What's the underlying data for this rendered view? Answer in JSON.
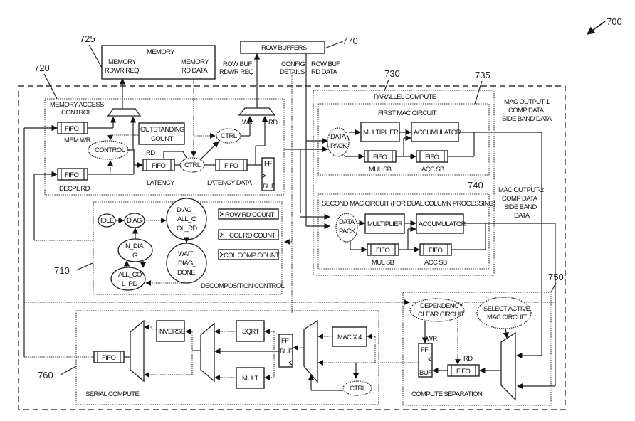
{
  "figure": {
    "ref": "700",
    "refs": {
      "memory_access": "720",
      "memory": "725",
      "parallel": "730",
      "first_mac": "735",
      "second_mac": "740",
      "row_buffers": "770",
      "decomposition": "710",
      "compute_sep": "750",
      "serial": "760"
    }
  },
  "memory": {
    "title": "MEMORY",
    "req_1": "MEMORY",
    "req_2": "RDWR REQ",
    "data_1": "MEMORY",
    "data_2": "RD DATA"
  },
  "row_buffers": {
    "title": "ROW BUFFERS",
    "req_1": "ROW BUF",
    "req_2": "RDWR REQ",
    "cfg_1": "CONFIG",
    "cfg_2": "DETAILS",
    "data_1": "ROW BUF",
    "data_2": "RD DATA"
  },
  "memory_access": {
    "title_1": "MEMORY ACCESS",
    "title_2": "CONTROL",
    "fifo": "FIFO",
    "mem_wr": "MEM WR",
    "control": "CONTROL",
    "decpl_rd": "DECPL RD",
    "outstanding_1": "OUTSTANDING",
    "outstanding_2": "COUNT",
    "rd": "RD",
    "ctrl": "CTRL",
    "latency": "LATENCY",
    "latency_data": "LATENCY DATA",
    "wr": "WR",
    "ff": "FF",
    "buf": "BUF"
  },
  "parallel": {
    "title": "PARALLEL COMPUTE",
    "first_mac": "FIRST MAC CIRCUIT",
    "second_mac": "SECOND MAC CIRCUIT (FOR DUAL COLUMN PROCESSING)",
    "data": "DATA",
    "pack": "PACK",
    "multiplier": "MULTIPLIER",
    "accumulator": "ACCUMULATOR",
    "fifo": "FIFO",
    "mul_sb": "MUL SB",
    "acc_sb": "ACC SB"
  },
  "mac_output_1": [
    "MAC OUTPUT-1",
    "COMP DATA",
    "SIDE BAND DATA"
  ],
  "mac_output_2": [
    "MAC OUTPUT-2",
    "COMP DATA",
    "SIDE BAND",
    "DATA"
  ],
  "decomposition": {
    "title": "DECOMPOSITION CONTROL",
    "states": {
      "idle": "IDLE",
      "diag": "DIAG",
      "diag_all_1": "DIAG_",
      "diag_all_2": "ALL_C",
      "diag_all_3": "OL_RD",
      "wait_1": "WAIT_",
      "wait_2": "DIAG_",
      "wait_3": "DONE",
      "ndiag_1": "N_DIA",
      "ndiag_2": "G",
      "allcol_1": "ALL_CO",
      "allcol_2": "L_RD"
    },
    "counters": [
      "ROW RD COUNT",
      "COL RD COUNT",
      "COL COMP COUNT"
    ]
  },
  "serial": {
    "title": "SERIAL COMPUTE",
    "fifo": "FIFO",
    "inverse": "INVERSE",
    "sqrt": "SQRT",
    "mult": "MULT",
    "ff": "FF",
    "buf": "BUF",
    "mac4": "MAC X 4",
    "ctrl": "CTRL"
  },
  "compute_sep": {
    "title": "COMPUTE SEPARATION",
    "dep_1": "DEPENDENCY",
    "dep_2": "CLEAR CIRCUIT",
    "sel_1": "SELECT ACTIVE",
    "sel_2": "MAC CIRCUIT",
    "wr": "WR",
    "rd": "RD",
    "ff": "FF",
    "buf": "BUF",
    "fifo": "FIFO"
  }
}
